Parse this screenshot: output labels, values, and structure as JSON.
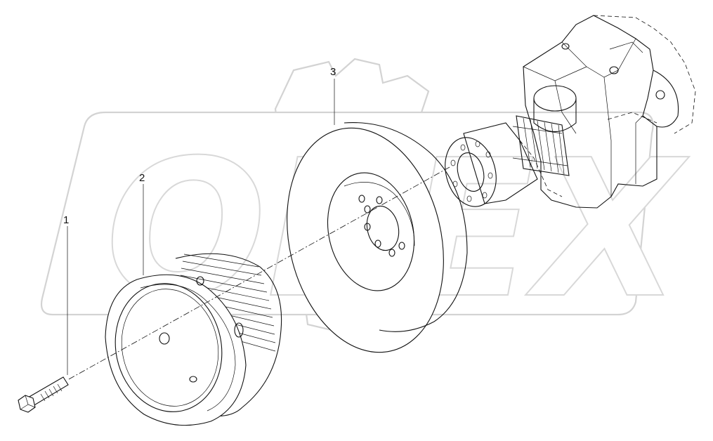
{
  "parts": [
    {
      "label": "1",
      "part": "bolt"
    },
    {
      "label": "2",
      "part": "pulley"
    },
    {
      "label": "3",
      "part": "damper"
    }
  ],
  "watermark": {
    "text": "OPEX"
  }
}
